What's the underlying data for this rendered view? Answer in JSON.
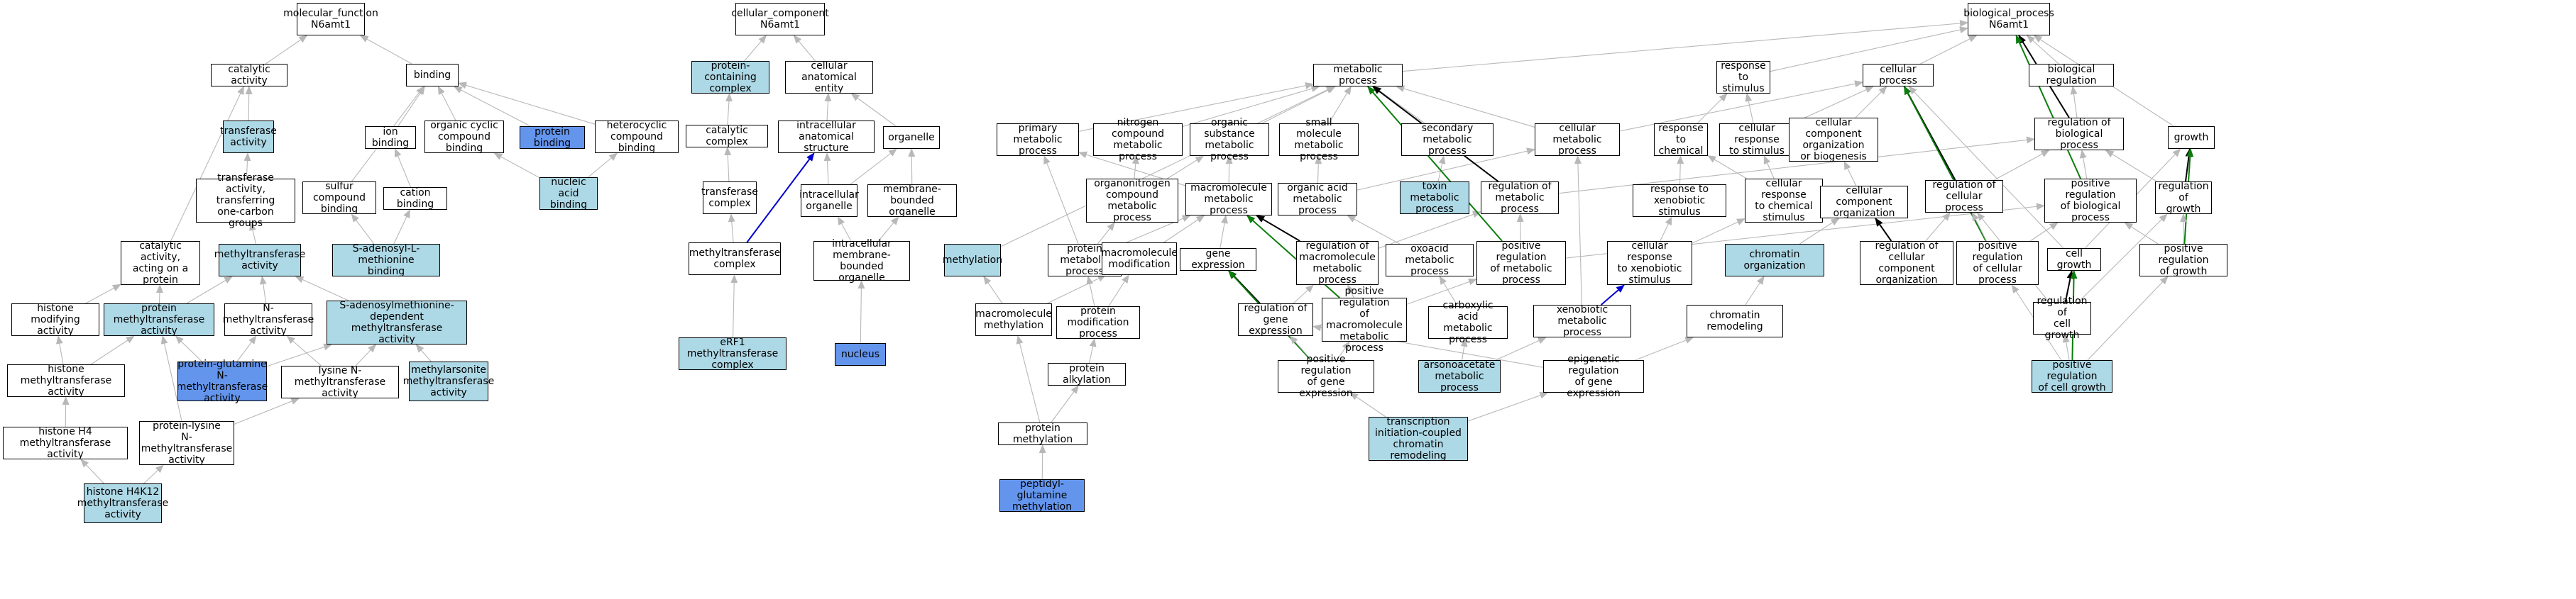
{
  "colors": {
    "white": "#ffffff",
    "lightblue": "#add8e6",
    "blue": "#6495ed",
    "gray": "#b8b8b8",
    "black": "#000000",
    "green": "#0a7d0a",
    "navy": "#0000cc"
  },
  "nodes": [
    {
      "id": "mf",
      "label": "molecular_function\nN6amt1",
      "fill": "white"
    },
    {
      "id": "catact",
      "label": "catalytic activity",
      "fill": "white"
    },
    {
      "id": "binding",
      "label": "binding",
      "fill": "white"
    },
    {
      "id": "transferase",
      "label": "transferase\nactivity",
      "fill": "lightblue"
    },
    {
      "id": "ionbind",
      "label": "ion binding",
      "fill": "white"
    },
    {
      "id": "orgcyc",
      "label": "organic cyclic\ncompound binding",
      "fill": "white"
    },
    {
      "id": "protbind",
      "label": "protein binding",
      "fill": "blue"
    },
    {
      "id": "hetcyc",
      "label": "heterocyclic\ncompound binding",
      "fill": "white"
    },
    {
      "id": "trans1c",
      "label": "transferase\nactivity, transferring\none-carbon groups",
      "fill": "white"
    },
    {
      "id": "sulfur",
      "label": "sulfur compound\nbinding",
      "fill": "white"
    },
    {
      "id": "cation",
      "label": "cation binding",
      "fill": "white"
    },
    {
      "id": "nucacid",
      "label": "nucleic acid\nbinding",
      "fill": "lightblue"
    },
    {
      "id": "catprot",
      "label": "catalytic activity,\nacting on a\nprotein",
      "fill": "white"
    },
    {
      "id": "methyltr",
      "label": "methyltransferase\nactivity",
      "fill": "lightblue"
    },
    {
      "id": "sam",
      "label": "S-adenosyl-L-methionine\nbinding",
      "fill": "lightblue"
    },
    {
      "id": "histmod",
      "label": "histone modifying\nactivity",
      "fill": "white"
    },
    {
      "id": "protmeth",
      "label": "protein methyltransferase\nactivity",
      "fill": "lightblue"
    },
    {
      "id": "nmeth",
      "label": "N-methyltransferase\nactivity",
      "fill": "white"
    },
    {
      "id": "samdep",
      "label": "S-adenosylmethionine-dependent\nmethyltransferase\nactivity",
      "fill": "lightblue"
    },
    {
      "id": "histmeth",
      "label": "histone methyltransferase\nactivity",
      "fill": "white"
    },
    {
      "id": "pqn",
      "label": "protein-glutamine\nN-methyltransferase\nactivity",
      "fill": "blue"
    },
    {
      "id": "lysn",
      "label": "lysine N-methyltransferase\nactivity",
      "fill": "white"
    },
    {
      "id": "mars",
      "label": "methylarsonite\nmethyltransferase\nactivity",
      "fill": "lightblue"
    },
    {
      "id": "h4meth",
      "label": "histone H4 methyltransferase\nactivity",
      "fill": "white"
    },
    {
      "id": "plysn",
      "label": "protein-lysine\nN-methyltransferase\nactivity",
      "fill": "white"
    },
    {
      "id": "h4k12",
      "label": "histone H4K12\nmethyltransferase\nactivity",
      "fill": "lightblue"
    },
    {
      "id": "cc",
      "label": "cellular_component\nN6amt1",
      "fill": "white"
    },
    {
      "id": "protcomplex",
      "label": "protein-containing\ncomplex",
      "fill": "lightblue"
    },
    {
      "id": "cellanat",
      "label": "cellular anatomical\nentity",
      "fill": "white"
    },
    {
      "id": "catcomplex",
      "label": "catalytic complex",
      "fill": "white"
    },
    {
      "id": "intracell",
      "label": "intracellular\nanatomical structure",
      "fill": "white"
    },
    {
      "id": "organelle",
      "label": "organelle",
      "fill": "white"
    },
    {
      "id": "transcomplex",
      "label": "transferase\ncomplex",
      "fill": "white"
    },
    {
      "id": "intraorg",
      "label": "intracellular\norganelle",
      "fill": "white"
    },
    {
      "id": "membbound",
      "label": "membrane-bounded\norganelle",
      "fill": "white"
    },
    {
      "id": "methcomplex",
      "label": "methyltransferase\ncomplex",
      "fill": "white"
    },
    {
      "id": "intramemb",
      "label": "intracellular\nmembrane-bounded\norganelle",
      "fill": "white"
    },
    {
      "id": "erf1",
      "label": "eRF1 methyltransferase\ncomplex",
      "fill": "lightblue"
    },
    {
      "id": "nucleus",
      "label": "nucleus",
      "fill": "blue"
    },
    {
      "id": "bp",
      "label": "biological_process\nN6amt1",
      "fill": "white"
    },
    {
      "id": "metproc",
      "label": "metabolic process",
      "fill": "white"
    },
    {
      "id": "resp",
      "label": "response to\nstimulus",
      "fill": "white"
    },
    {
      "id": "cellproc",
      "label": "cellular process",
      "fill": "white"
    },
    {
      "id": "bioreg",
      "label": "biological regulation",
      "fill": "white"
    },
    {
      "id": "primmet",
      "label": "primary metabolic\nprocess",
      "fill": "white"
    },
    {
      "id": "nitro",
      "label": "nitrogen compound\nmetabolic process",
      "fill": "white"
    },
    {
      "id": "orgsub",
      "label": "organic substance\nmetabolic process",
      "fill": "white"
    },
    {
      "id": "smallmol",
      "label": "small molecule\nmetabolic process",
      "fill": "white"
    },
    {
      "id": "secmet",
      "label": "secondary metabolic\nprocess",
      "fill": "white"
    },
    {
      "id": "cellmet",
      "label": "cellular metabolic\nprocess",
      "fill": "white"
    },
    {
      "id": "respchem",
      "label": "response to\nchemical",
      "fill": "white"
    },
    {
      "id": "cellresp",
      "label": "cellular response\nto stimulus",
      "fill": "white"
    },
    {
      "id": "ccorg",
      "label": "cellular component\norganization\nor biogenesis",
      "fill": "white"
    },
    {
      "id": "regbio",
      "label": "regulation of\nbiological process",
      "fill": "white"
    },
    {
      "id": "growth",
      "label": "growth",
      "fill": "white"
    },
    {
      "id": "organonit",
      "label": "organonitrogen\ncompound metabolic\nprocess",
      "fill": "white"
    },
    {
      "id": "macromet",
      "label": "macromolecule\nmetabolic process",
      "fill": "white"
    },
    {
      "id": "orgacid",
      "label": "organic acid\nmetabolic process",
      "fill": "white"
    },
    {
      "id": "toxin",
      "label": "toxin metabolic\nprocess",
      "fill": "lightblue"
    },
    {
      "id": "regmet",
      "label": "regulation of\nmetabolic process",
      "fill": "white"
    },
    {
      "id": "respxeno",
      "label": "response to\nxenobiotic stimulus",
      "fill": "white"
    },
    {
      "id": "cellrespchem",
      "label": "cellular response\nto chemical\nstimulus",
      "fill": "white"
    },
    {
      "id": "ccorg2",
      "label": "cellular component\norganization",
      "fill": "white"
    },
    {
      "id": "regcell",
      "label": "regulation of\ncellular process",
      "fill": "white"
    },
    {
      "id": "posregbio",
      "label": "positive regulation\nof biological\nprocess",
      "fill": "white"
    },
    {
      "id": "reggrowth",
      "label": "regulation of\ngrowth",
      "fill": "white"
    },
    {
      "id": "methylation",
      "label": "methylation",
      "fill": "lightblue"
    },
    {
      "id": "protmet",
      "label": "protein metabolic\nprocess",
      "fill": "white"
    },
    {
      "id": "macromod",
      "label": "macromolecule\nmodification",
      "fill": "white"
    },
    {
      "id": "geneexp",
      "label": "gene expression",
      "fill": "white"
    },
    {
      "id": "regmacro",
      "label": "regulation of\nmacromolecule\nmetabolic process",
      "fill": "white"
    },
    {
      "id": "oxoacid",
      "label": "oxoacid metabolic\nprocess",
      "fill": "white"
    },
    {
      "id": "posregmet",
      "label": "positive regulation\nof metabolic\nprocess",
      "fill": "white"
    },
    {
      "id": "cellrespxeno",
      "label": "cellular response\nto xenobiotic\nstimulus",
      "fill": "white"
    },
    {
      "id": "chromorg",
      "label": "chromatin organization",
      "fill": "lightblue"
    },
    {
      "id": "regccorg",
      "label": "regulation of\ncellular component\norganization",
      "fill": "white"
    },
    {
      "id": "posregcell",
      "label": "positive regulation\nof cellular\nprocess",
      "fill": "white"
    },
    {
      "id": "cellgrowth",
      "label": "cell growth",
      "fill": "white"
    },
    {
      "id": "posreggrowth",
      "label": "positive regulation\nof growth",
      "fill": "white"
    },
    {
      "id": "macrometh",
      "label": "macromolecule\nmethylation",
      "fill": "white"
    },
    {
      "id": "protmod",
      "label": "protein modification\nprocess",
      "fill": "white"
    },
    {
      "id": "reggene",
      "label": "regulation of\ngene expression",
      "fill": "white"
    },
    {
      "id": "posregmacro",
      "label": "positive regulation\nof macromolecule\nmetabolic process",
      "fill": "white"
    },
    {
      "id": "carbox",
      "label": "carboxylic acid\nmetabolic process",
      "fill": "white"
    },
    {
      "id": "xenomet",
      "label": "xenobiotic metabolic\nprocess",
      "fill": "white"
    },
    {
      "id": "chromremod",
      "label": "chromatin remodeling",
      "fill": "white"
    },
    {
      "id": "regcellgrowth",
      "label": "regulation of\ncell growth",
      "fill": "white"
    },
    {
      "id": "protalk",
      "label": "protein alkylation",
      "fill": "white"
    },
    {
      "id": "posreggene",
      "label": "positive regulation\nof gene expression",
      "fill": "white"
    },
    {
      "id": "arsono",
      "label": "arsonoacetate\nmetabolic process",
      "fill": "lightblue"
    },
    {
      "id": "epireg",
      "label": "epigenetic regulation\nof gene expression",
      "fill": "white"
    },
    {
      "id": "posregcellgrowth",
      "label": "positive regulation\nof cell growth",
      "fill": "lightblue"
    },
    {
      "id": "protmeth2",
      "label": "protein methylation",
      "fill": "white"
    },
    {
      "id": "txinit",
      "label": "transcription\ninitiation-coupled\nchromatin remodeling",
      "fill": "lightblue"
    },
    {
      "id": "pepgln",
      "label": "peptidyl-glutamine\nmethylation",
      "fill": "blue"
    }
  ],
  "edges": [
    [
      "catact",
      "mf",
      "gray"
    ],
    [
      "binding",
      "mf",
      "gray"
    ],
    [
      "transferase",
      "catact",
      "gray"
    ],
    [
      "ionbind",
      "binding",
      "gray"
    ],
    [
      "orgcyc",
      "binding",
      "gray"
    ],
    [
      "protbind",
      "binding",
      "gray"
    ],
    [
      "hetcyc",
      "binding",
      "gray"
    ],
    [
      "trans1c",
      "transferase",
      "gray"
    ],
    [
      "sulfur",
      "binding",
      "gray"
    ],
    [
      "cation",
      "ionbind",
      "gray"
    ],
    [
      "nucacid",
      "orgcyc",
      "gray"
    ],
    [
      "nucacid",
      "hetcyc",
      "gray"
    ],
    [
      "catprot",
      "catact",
      "gray"
    ],
    [
      "methyltr",
      "trans1c",
      "gray"
    ],
    [
      "sam",
      "sulfur",
      "gray"
    ],
    [
      "sam",
      "cation",
      "gray"
    ],
    [
      "histmod",
      "catprot",
      "gray"
    ],
    [
      "protmeth",
      "catprot",
      "gray"
    ],
    [
      "protmeth",
      "methyltr",
      "gray"
    ],
    [
      "nmeth",
      "methyltr",
      "gray"
    ],
    [
      "samdep",
      "methyltr",
      "gray"
    ],
    [
      "histmeth",
      "histmod",
      "gray"
    ],
    [
      "histmeth",
      "protmeth",
      "gray"
    ],
    [
      "pqn",
      "protmeth",
      "gray"
    ],
    [
      "pqn",
      "nmeth",
      "gray"
    ],
    [
      "pqn",
      "samdep",
      "gray"
    ],
    [
      "lysn",
      "nmeth",
      "gray"
    ],
    [
      "lysn",
      "samdep",
      "gray"
    ],
    [
      "mars",
      "samdep",
      "gray"
    ],
    [
      "h4meth",
      "histmeth",
      "gray"
    ],
    [
      "plysn",
      "protmeth",
      "gray"
    ],
    [
      "plysn",
      "lysn",
      "gray"
    ],
    [
      "h4k12",
      "h4meth",
      "gray"
    ],
    [
      "h4k12",
      "plysn",
      "gray"
    ],
    [
      "protcomplex",
      "cc",
      "gray"
    ],
    [
      "cellanat",
      "cc",
      "gray"
    ],
    [
      "catcomplex",
      "protcomplex",
      "gray"
    ],
    [
      "intracell",
      "cellanat",
      "gray"
    ],
    [
      "organelle",
      "cellanat",
      "gray"
    ],
    [
      "transcomplex",
      "catcomplex",
      "gray"
    ],
    [
      "intraorg",
      "intracell",
      "gray"
    ],
    [
      "intraorg",
      "organelle",
      "gray"
    ],
    [
      "membbound",
      "organelle",
      "gray"
    ],
    [
      "methcomplex",
      "transcomplex",
      "gray"
    ],
    [
      "methcomplex",
      "intracell",
      "navy"
    ],
    [
      "intramemb",
      "intraorg",
      "gray"
    ],
    [
      "intramemb",
      "membbound",
      "gray"
    ],
    [
      "erf1",
      "methcomplex",
      "gray"
    ],
    [
      "nucleus",
      "intramemb",
      "gray"
    ],
    [
      "metproc",
      "bp",
      "gray"
    ],
    [
      "resp",
      "bp",
      "gray"
    ],
    [
      "cellproc",
      "bp",
      "gray"
    ],
    [
      "bioreg",
      "bp",
      "gray"
    ],
    [
      "regbio",
      "bp",
      "black"
    ],
    [
      "growth",
      "bp",
      "gray"
    ],
    [
      "posregbio",
      "bp",
      "green"
    ],
    [
      "primmet",
      "metproc",
      "gray"
    ],
    [
      "nitro",
      "metproc",
      "gray"
    ],
    [
      "orgsub",
      "metproc",
      "gray"
    ],
    [
      "smallmol",
      "metproc",
      "gray"
    ],
    [
      "secmet",
      "metproc",
      "gray"
    ],
    [
      "cellmet",
      "metproc",
      "gray"
    ],
    [
      "cellmet",
      "cellproc",
      "gray"
    ],
    [
      "respchem",
      "resp",
      "gray"
    ],
    [
      "cellresp",
      "resp",
      "gray"
    ],
    [
      "cellresp",
      "cellproc",
      "gray"
    ],
    [
      "ccorg",
      "cellproc",
      "gray"
    ],
    [
      "regbio",
      "bioreg",
      "gray"
    ],
    [
      "organonit",
      "nitro",
      "gray"
    ],
    [
      "organonit",
      "orgsub",
      "gray"
    ],
    [
      "macromet",
      "orgsub",
      "gray"
    ],
    [
      "macromet",
      "primmet",
      "gray"
    ],
    [
      "orgacid",
      "smallmol",
      "gray"
    ],
    [
      "orgacid",
      "cellmet",
      "gray"
    ],
    [
      "toxin",
      "secmet",
      "gray"
    ],
    [
      "regmet",
      "metproc",
      "black"
    ],
    [
      "regmet",
      "regbio",
      "gray"
    ],
    [
      "respxeno",
      "respchem",
      "gray"
    ],
    [
      "cellrespchem",
      "respchem",
      "gray"
    ],
    [
      "cellrespchem",
      "cellresp",
      "gray"
    ],
    [
      "ccorg2",
      "ccorg",
      "gray"
    ],
    [
      "regcell",
      "cellproc",
      "black"
    ],
    [
      "regcell",
      "regbio",
      "gray"
    ],
    [
      "posregbio",
      "regbio",
      "gray"
    ],
    [
      "reggrowth",
      "growth",
      "black"
    ],
    [
      "reggrowth",
      "regbio",
      "gray"
    ],
    [
      "methylation",
      "metproc",
      "gray"
    ],
    [
      "protmet",
      "primmet",
      "gray"
    ],
    [
      "protmet",
      "macromet",
      "gray"
    ],
    [
      "protmet",
      "organonit",
      "gray"
    ],
    [
      "macromod",
      "macromet",
      "gray"
    ],
    [
      "geneexp",
      "macromet",
      "gray"
    ],
    [
      "regmacro",
      "macromet",
      "black"
    ],
    [
      "regmacro",
      "regmet",
      "gray"
    ],
    [
      "oxoacid",
      "orgacid",
      "gray"
    ],
    [
      "posregmet",
      "metproc",
      "green"
    ],
    [
      "posregmet",
      "regmet",
      "gray"
    ],
    [
      "posregmet",
      "posregbio",
      "gray"
    ],
    [
      "cellrespxeno",
      "respxeno",
      "gray"
    ],
    [
      "cellrespxeno",
      "cellrespchem",
      "gray"
    ],
    [
      "chromorg",
      "ccorg2",
      "gray"
    ],
    [
      "regccorg",
      "ccorg2",
      "black"
    ],
    [
      "regccorg",
      "regcell",
      "gray"
    ],
    [
      "posregcell",
      "cellproc",
      "green"
    ],
    [
      "posregcell",
      "regcell",
      "gray"
    ],
    [
      "posregcell",
      "posregbio",
      "gray"
    ],
    [
      "cellgrowth",
      "growth",
      "gray"
    ],
    [
      "cellgrowth",
      "cellproc",
      "gray"
    ],
    [
      "posreggrowth",
      "growth",
      "green"
    ],
    [
      "posreggrowth",
      "reggrowth",
      "gray"
    ],
    [
      "posreggrowth",
      "posregbio",
      "gray"
    ],
    [
      "macrometh",
      "methylation",
      "gray"
    ],
    [
      "macrometh",
      "macromod",
      "gray"
    ],
    [
      "protmod",
      "protmet",
      "gray"
    ],
    [
      "protmod",
      "macromod",
      "gray"
    ],
    [
      "reggene",
      "geneexp",
      "black"
    ],
    [
      "reggene",
      "regmacro",
      "gray"
    ],
    [
      "posregmacro",
      "macromet",
      "green"
    ],
    [
      "posregmacro",
      "regmacro",
      "gray"
    ],
    [
      "posregmacro",
      "posregmet",
      "gray"
    ],
    [
      "carbox",
      "oxoacid",
      "gray"
    ],
    [
      "xenomet",
      "cellmet",
      "gray"
    ],
    [
      "xenomet",
      "cellrespxeno",
      "navy"
    ],
    [
      "chromremod",
      "chromorg",
      "gray"
    ],
    [
      "regcellgrowth",
      "cellgrowth",
      "black"
    ],
    [
      "regcellgrowth",
      "reggrowth",
      "gray"
    ],
    [
      "regcellgrowth",
      "regcell",
      "gray"
    ],
    [
      "protalk",
      "protmod",
      "gray"
    ],
    [
      "posreggene",
      "geneexp",
      "green"
    ],
    [
      "posreggene",
      "reggene",
      "gray"
    ],
    [
      "posreggene",
      "posregmacro",
      "gray"
    ],
    [
      "arsono",
      "carbox",
      "gray"
    ],
    [
      "arsono",
      "xenomet",
      "gray"
    ],
    [
      "epireg",
      "reggene",
      "gray"
    ],
    [
      "epireg",
      "chromremod",
      "gray"
    ],
    [
      "posregcellgrowth",
      "cellgrowth",
      "green"
    ],
    [
      "posregcellgrowth",
      "regcellgrowth",
      "gray"
    ],
    [
      "posregcellgrowth",
      "posreggrowth",
      "gray"
    ],
    [
      "posregcellgrowth",
      "posregcell",
      "gray"
    ],
    [
      "protmeth2",
      "macrometh",
      "gray"
    ],
    [
      "protmeth2",
      "protalk",
      "gray"
    ],
    [
      "txinit",
      "posreggene",
      "gray"
    ],
    [
      "txinit",
      "epireg",
      "gray"
    ],
    [
      "pepgln",
      "protmeth2",
      "gray"
    ]
  ]
}
